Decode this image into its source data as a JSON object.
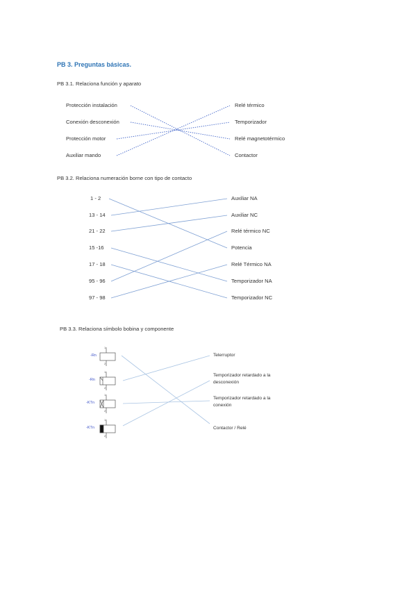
{
  "page": {
    "title": "PB 3.  Preguntas básicas."
  },
  "section1": {
    "title": "PB 3.1.   Relaciona función y aparato",
    "left": [
      "Protección instalación",
      "Conexión desconexión",
      "Protección motor",
      "Auxiliar mando"
    ],
    "right": [
      "Relé térmico",
      "Temporizador",
      "Relé magnetotérmico",
      "Contactor"
    ],
    "links": [
      [
        0,
        3
      ],
      [
        1,
        2
      ],
      [
        2,
        1
      ],
      [
        3,
        0
      ]
    ],
    "line_color": "#3a5fc7"
  },
  "section2": {
    "title": "PB 3.2.   Relaciona numeración borne con tipo de contacto",
    "left": [
      "1 - 2",
      "13 - 14",
      "21 - 22",
      "15 -16",
      "17 - 18",
      "95 - 96",
      "97 - 98"
    ],
    "right": [
      "Auxiliar NA",
      "Auxiliar NC",
      "Relé térmico NC",
      "Potencia",
      "Relé Térmico NA",
      "Temporizador NA",
      "Temporizador NC"
    ],
    "links": [
      [
        0,
        3
      ],
      [
        1,
        0
      ],
      [
        2,
        1
      ],
      [
        3,
        5
      ],
      [
        4,
        6
      ],
      [
        5,
        2
      ],
      [
        6,
        4
      ]
    ],
    "line_color": "#7d9fd3"
  },
  "section3": {
    "title": "PB 3.3.   Relaciona símbolo bobina y componente",
    "coils": [
      {
        "label": "-Rn",
        "pin_top": "1",
        "pin_bottom": "2",
        "symbol": "plain"
      },
      {
        "label": "-Rn",
        "pin_top": "1",
        "pin_bottom": "2",
        "symbol": "remanent"
      },
      {
        "label": "-KTn",
        "pin_top": "1",
        "pin_bottom": "2",
        "symbol": "delay-off"
      },
      {
        "label": "-KTn",
        "pin_top": "1",
        "pin_bottom": "2",
        "symbol": "delay-on"
      }
    ],
    "right": [
      [
        "Telerruptor"
      ],
      [
        "Temporizador retardado a la",
        "desconexión"
      ],
      [
        "Temporizador retardado a la",
        "conexión"
      ],
      [
        "Contactor / Relé"
      ]
    ],
    "links": [
      [
        0,
        3
      ],
      [
        1,
        0
      ],
      [
        2,
        2
      ],
      [
        3,
        1
      ]
    ],
    "line_color": "#a9c4e3"
  }
}
